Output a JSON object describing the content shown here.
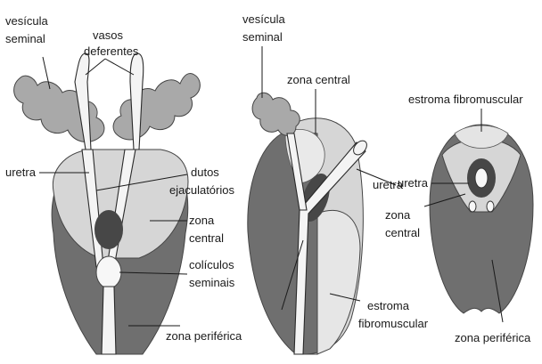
{
  "figure": {
    "colors": {
      "zona_periferica": "#6f6f6f",
      "zona_central": "#d6d6d6",
      "vesicula_seminal": "#a9a9a9",
      "tubes": "#f4f4f4",
      "colliculus_dark": "#474747"
    },
    "panel1": {
      "vesicula_seminal_1": "vesícula",
      "vesicula_seminal_2": "seminal",
      "vasos_1": "vasos",
      "vasos_2": "deferentes",
      "uretra": "uretra",
      "dutos_1": "dutos",
      "dutos_2": "ejaculatórios",
      "zona_central_1": "zona",
      "zona_central_2": "central",
      "coliculos_1": "colículos",
      "coliculos_2": "seminais",
      "zona_periferica": "zona periférica"
    },
    "panel2": {
      "vesicula_seminal_1": "vesícula",
      "vesicula_seminal_2": "seminal",
      "zona_central": "zona central",
      "uretra": "uretra",
      "estroma_1": "estroma",
      "estroma_2": "fibromuscular"
    },
    "panel3": {
      "estroma": "estroma fibromuscular",
      "uretra": "uretra",
      "zona_central_1": "zona",
      "zona_central_2": "central",
      "zona_periferica": "zona periférica"
    }
  }
}
